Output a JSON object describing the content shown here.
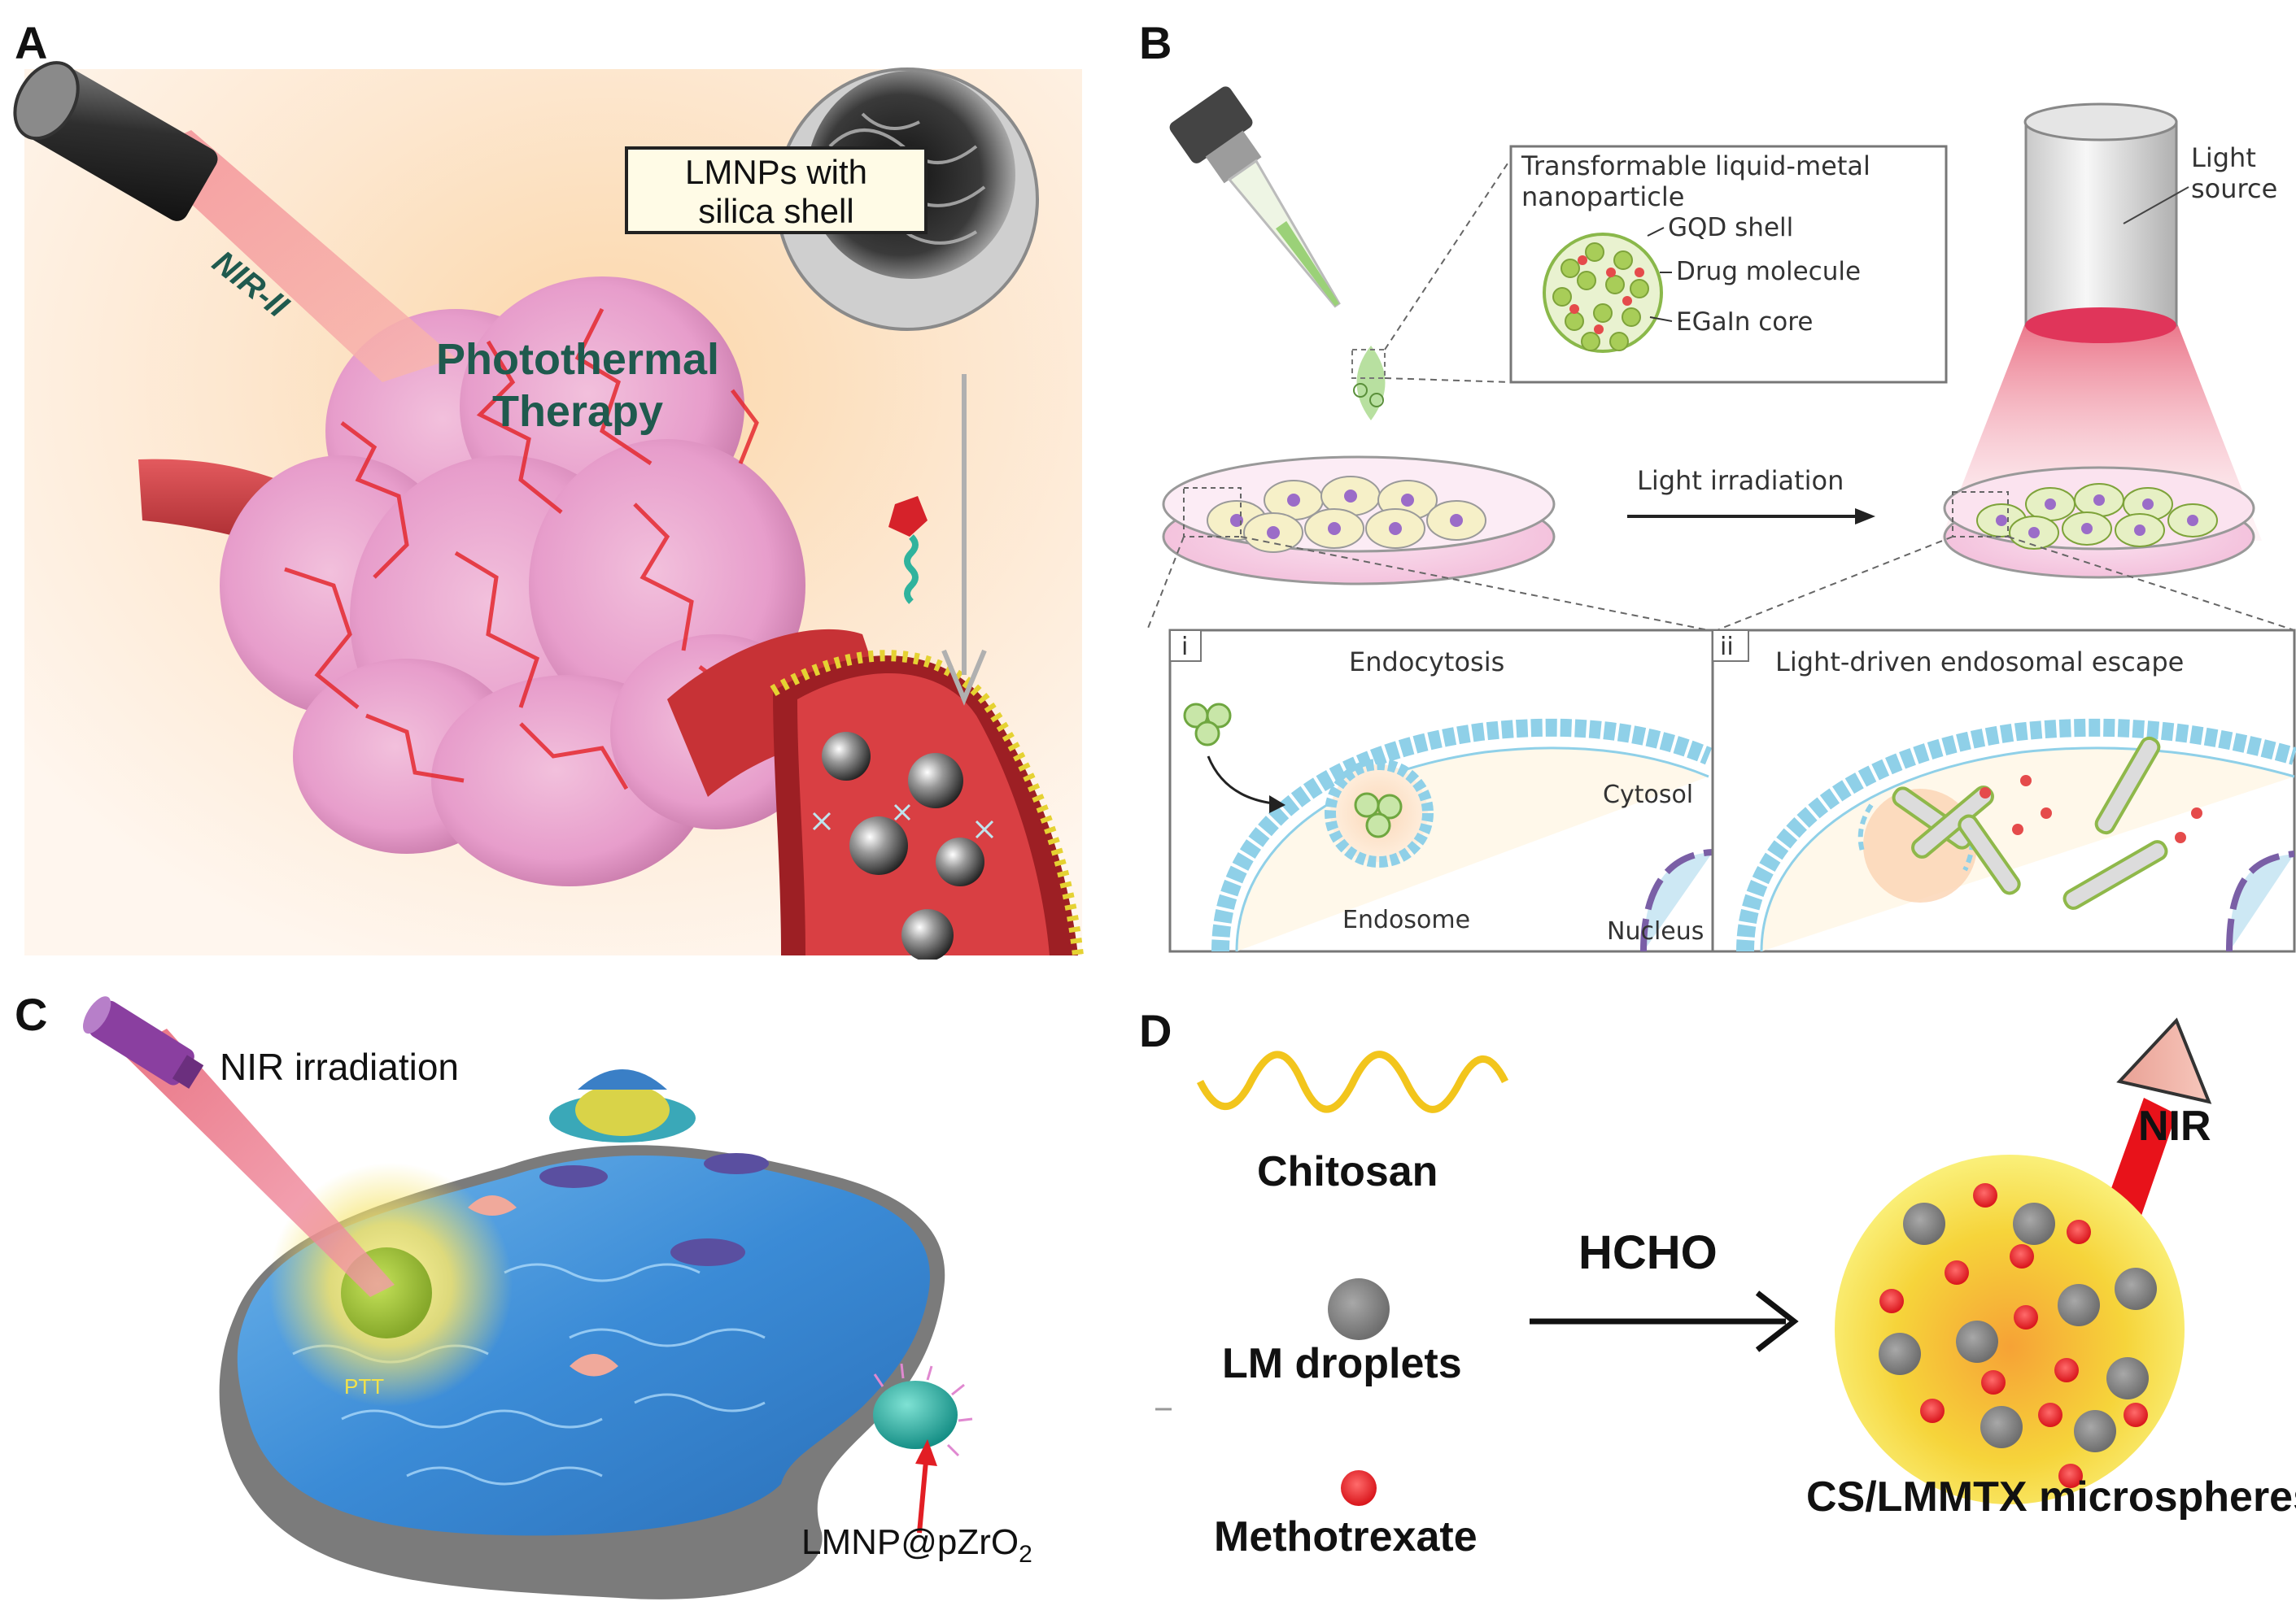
{
  "panels": {
    "A": {
      "letter": "A",
      "callout_line1": "LMNPs with",
      "callout_line2": "silica shell",
      "beam_label": "NIR-II",
      "therapy_line1": "Photothermal",
      "therapy_line2": "Therapy"
    },
    "B": {
      "letter": "B",
      "inset_title_line1": "Transformable liquid-metal",
      "inset_title_line2": "nanoparticle",
      "gqd_shell": "GQD shell",
      "drug_molecule": "Drug molecule",
      "egain_core": "EGaIn core",
      "light_source_line1": "Light",
      "light_source_line2": "source",
      "arrow_label": "Light irradiation",
      "sub_i_index": "i",
      "sub_i_title": "Endocytosis",
      "cytosol": "Cytosol",
      "endosome": "Endosome",
      "nucleus": "Nucleus",
      "sub_ii_index": "ii",
      "sub_ii_title": "Light-driven endosomal escape"
    },
    "C": {
      "letter": "C",
      "irradiation": "NIR irradiation",
      "ptt": "PTT",
      "lmnp_label": "LMNP@pZrO",
      "lmnp_sub": "2"
    },
    "D": {
      "letter": "D",
      "chitosan": "Chitosan",
      "lm_droplets": "LM droplets",
      "methotrexate": "Methotrexate",
      "reagent": "HCHO",
      "nir": "NIR",
      "product": "CS/LMMTX microspheres"
    }
  },
  "colors": {
    "beam_red": "#e8505a",
    "tumor_pink": "#e9a3d2",
    "vessel_red": "#d8343a",
    "cell_blue": "#3d8fd9",
    "microsphere_yellow": "#f7dc3a",
    "mtx_red": "#e21e24",
    "lm_gray": "#7a7a7a",
    "chitosan_yellow": "#f2c51c",
    "gqd_green": "#9bc24a",
    "membrane_blue": "#8fd0e8"
  },
  "icons": [
    "laser-probe-icon",
    "pipette-icon",
    "light-source-icon",
    "petri-dish-icon",
    "arrow-right-icon"
  ]
}
